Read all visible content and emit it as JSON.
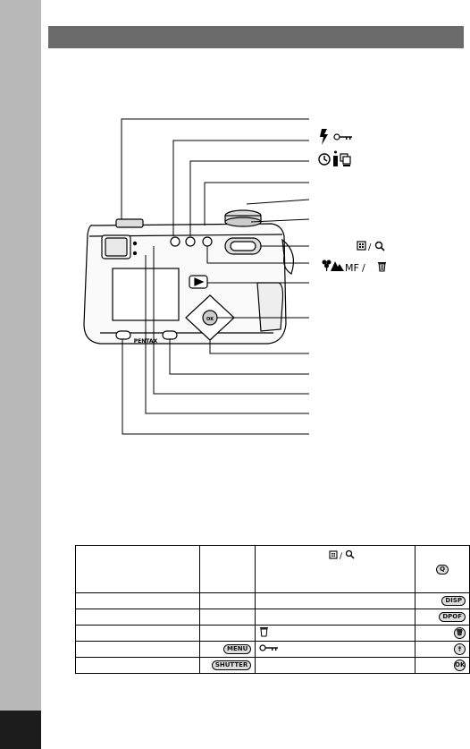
{
  "page": {
    "side_tab_color": "#b9b9b9",
    "header_bar_color": "#6b6b6b"
  },
  "camera": {
    "brand": "PENTAX"
  },
  "callouts": [
    {
      "id": "c1",
      "icons": [
        "flash-icon",
        "key-protect-icon"
      ],
      "text": ""
    },
    {
      "id": "c2",
      "icons": [
        "self-timer-icon",
        "remote-icon",
        "continuous-shooting-icon"
      ],
      "text": ""
    },
    {
      "id": "c3",
      "icons": [],
      "text": ""
    },
    {
      "id": "c4",
      "icons": [],
      "text": ""
    },
    {
      "id": "c5",
      "icons": [],
      "text": ""
    },
    {
      "id": "c6",
      "icons": [
        "thumbnail-icon",
        "zoom-icon"
      ],
      "text": ""
    },
    {
      "id": "c7",
      "icons": [
        "macro-icon",
        "landscape-icon",
        "trash-icon"
      ],
      "text": "MF"
    },
    {
      "id": "c8",
      "icons": [],
      "text": ""
    },
    {
      "id": "c9",
      "icons": [],
      "text": ""
    },
    {
      "id": "c10",
      "icons": [],
      "text": ""
    },
    {
      "id": "c11",
      "icons": [],
      "text": ""
    },
    {
      "id": "c12",
      "icons": [],
      "text": ""
    },
    {
      "id": "c13",
      "icons": [],
      "text": ""
    },
    {
      "id": "c14",
      "icons": [],
      "text": ""
    }
  ],
  "table": {
    "keys": {
      "zoom": "Q",
      "disp": "DISP",
      "dpof": "DPOF",
      "menu": "MENU",
      "shutter": "SHUTTER",
      "ok": "OK"
    }
  }
}
